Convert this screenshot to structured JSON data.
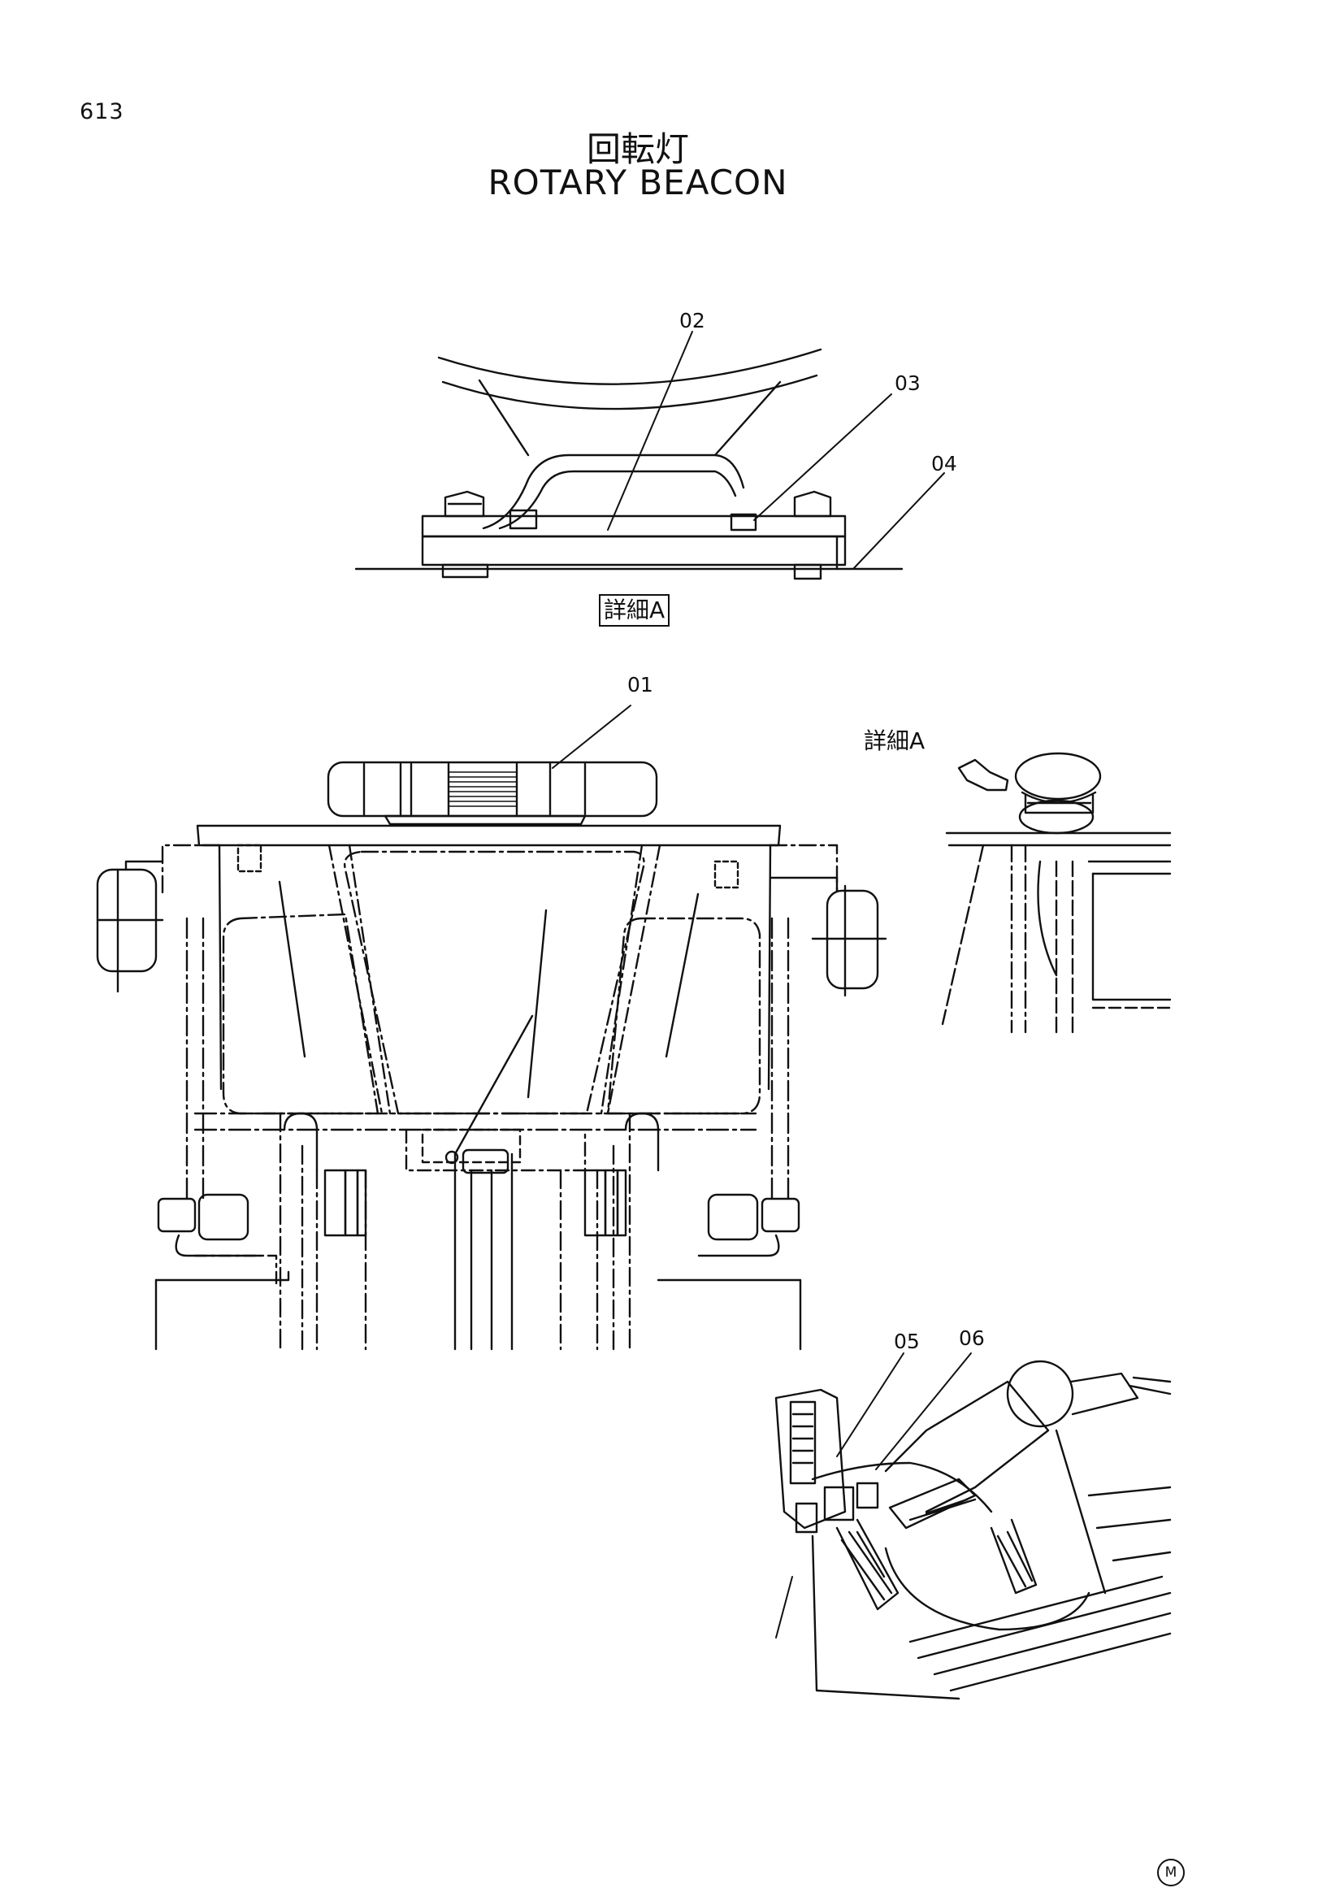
{
  "page_number": "613",
  "title_jp": "回転灯",
  "title_en": "ROTARY BEACON",
  "detail_label_boxed": "詳細A",
  "detail_reference": "詳細A",
  "callouts": {
    "c01": "01",
    "c02": "02",
    "c03": "03",
    "c04": "04",
    "c05": "05",
    "c06": "06"
  },
  "corner_mark": "M",
  "colors": {
    "line": "#111111",
    "background": "#ffffff"
  }
}
